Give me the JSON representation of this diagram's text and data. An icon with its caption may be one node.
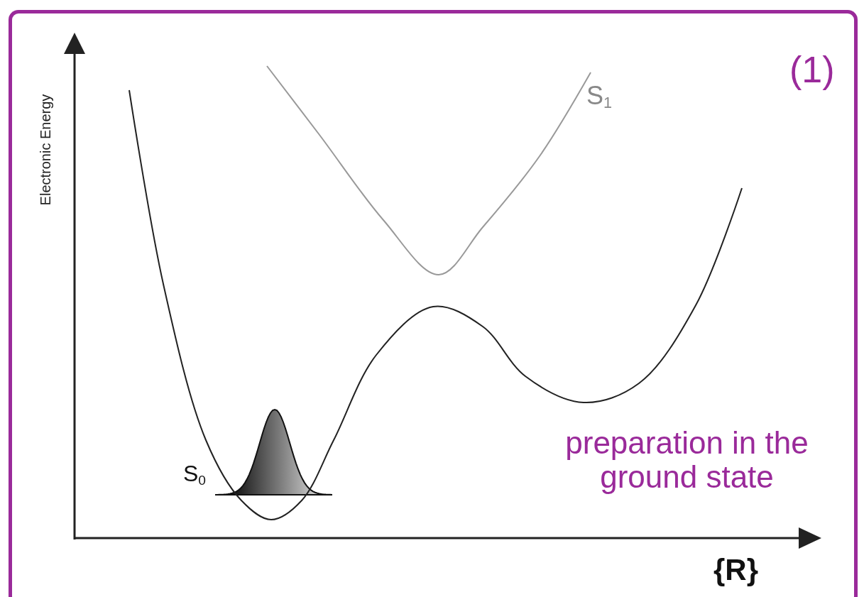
{
  "diagram": {
    "labels": [
      "(1)",
      "S$_{1}$",
      "Electronic Energy",
      "S$_{0}$",
      "preparation in the ground state",
      "{R}"
    ]
  }
}
